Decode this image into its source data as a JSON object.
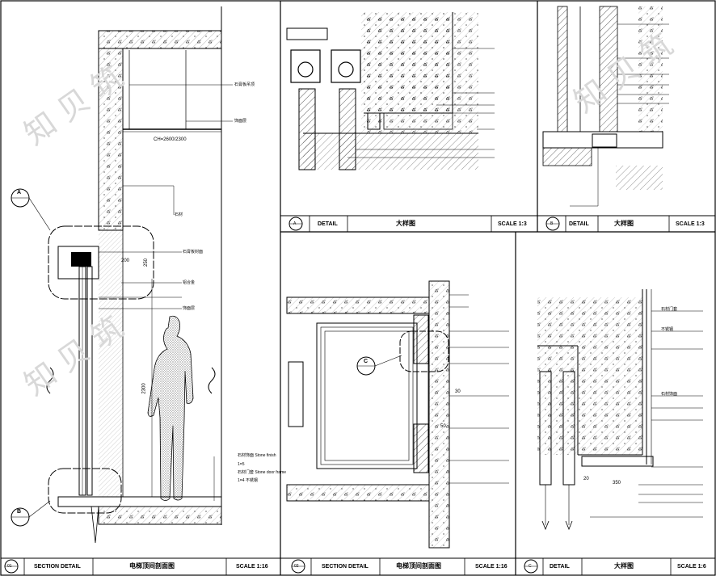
{
  "watermark": {
    "text": "知 贝 筑"
  },
  "panels": [
    {
      "id": "p01",
      "marker": "01",
      "kind": "SECTION DETAIL",
      "title": "电梯顶间剖面图",
      "scale": "SCALE  1:16"
    },
    {
      "id": "pA",
      "marker": "A",
      "kind": "DETAIL",
      "title": "大样图",
      "scale": "SCALE  1:3"
    },
    {
      "id": "pB",
      "marker": "B",
      "kind": "DETAIL",
      "title": "大样图",
      "scale": "SCALE  1:3"
    },
    {
      "id": "p02",
      "marker": "02",
      "kind": "SECTION DETAIL",
      "title": "电梯顶间剖面图",
      "scale": "SCALE  1:16"
    },
    {
      "id": "pC",
      "marker": "C",
      "kind": "DETAIL",
      "title": "大样图",
      "scale": "SCALE  1:6"
    }
  ],
  "callouts": {
    "a": "A",
    "b": "B",
    "c": "C"
  },
  "dimensions": {
    "ch": "CH=2600/2300",
    "d250": "250",
    "d200": "200",
    "d2300": "2300",
    "d50": "50",
    "d30": "30",
    "d350": "350",
    "d20": "20"
  },
  "labels": {
    "p01_a": "石膏板吊顶",
    "p01_b": "饰面层",
    "p01_c": "石膏板封面",
    "p01_d": "铝合金",
    "p01_e": "饰面层",
    "p01_f": "石材饰面 Stone finish",
    "p01_g": "1=5",
    "p01_h": "石材门套 Stone door frame",
    "p01_i": "1=4 不锈钢",
    "p01_j": "石材",
    "pC_a": "石材门套",
    "pC_b": "不锈钢",
    "pC_c": "石材饰面"
  }
}
